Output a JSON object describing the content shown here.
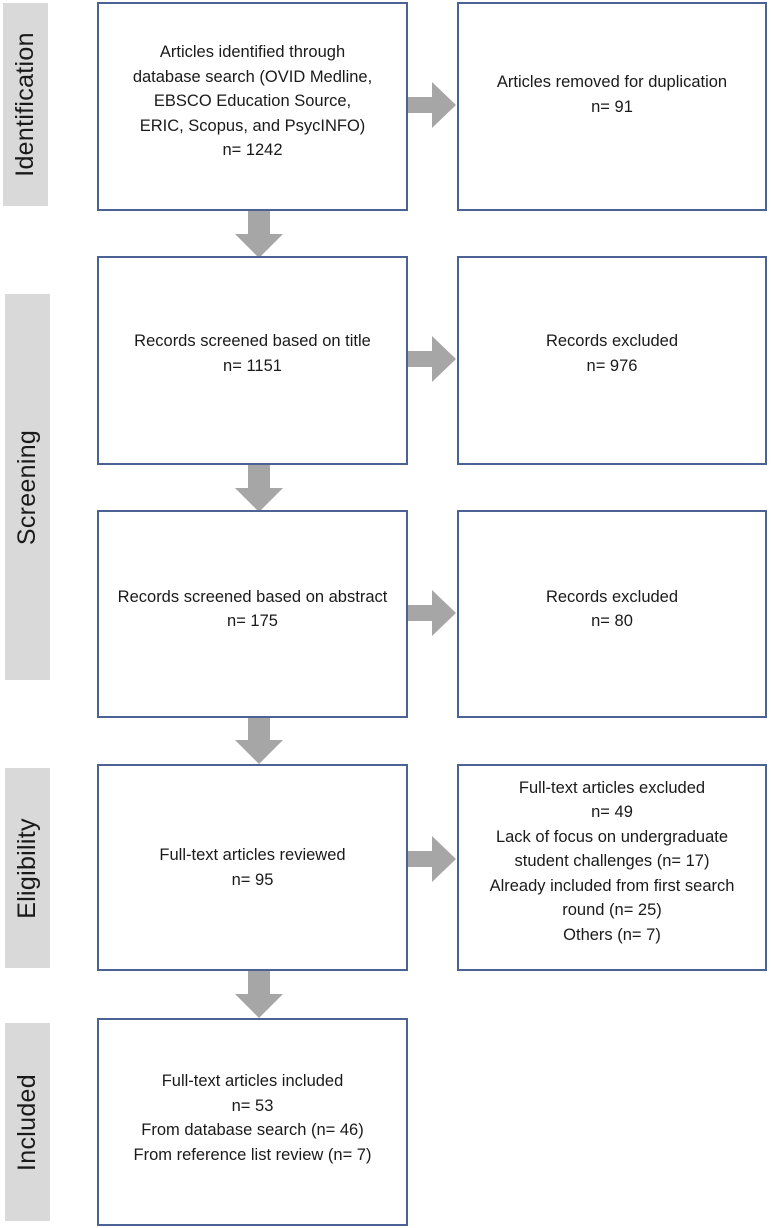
{
  "phases": {
    "identification": "Identification",
    "screening": "Screening",
    "eligibility": "Eligibility",
    "included": "Included"
  },
  "boxes": {
    "identified": {
      "lines": [
        "Articles identified through",
        "database search (OVID Medline,",
        "EBSCO Education Source,",
        "ERIC, Scopus, and PsycINFO)",
        "n= 1242"
      ]
    },
    "duplicates": {
      "lines": [
        "Articles removed for duplication",
        "n= 91"
      ]
    },
    "title_screen": {
      "lines": [
        "Records screened based on title",
        "n= 1151"
      ]
    },
    "title_excluded": {
      "lines": [
        "Records excluded",
        "n= 976"
      ]
    },
    "abstract_screen": {
      "lines": [
        "Records screened based on abstract",
        "n= 175"
      ]
    },
    "abstract_excluded": {
      "lines": [
        "Records excluded",
        "n= 80"
      ]
    },
    "fulltext_reviewed": {
      "lines": [
        "Full-text articles reviewed",
        "n= 95"
      ]
    },
    "fulltext_excluded": {
      "lines": [
        "Full-text articles excluded",
        "n= 49",
        "Lack of focus on undergraduate",
        "student challenges (n= 17)",
        "Already included from first search",
        "round (n= 25)",
        "Others (n= 7)"
      ]
    },
    "included": {
      "lines": [
        "Full-text articles included",
        "n= 53",
        "From database search (n= 46)",
        "From reference list review (n= 7)"
      ]
    }
  },
  "colors": {
    "box_border": "#4a6294",
    "arrow": "#a6a6a6",
    "phase_bg": "#d9d9d9"
  }
}
